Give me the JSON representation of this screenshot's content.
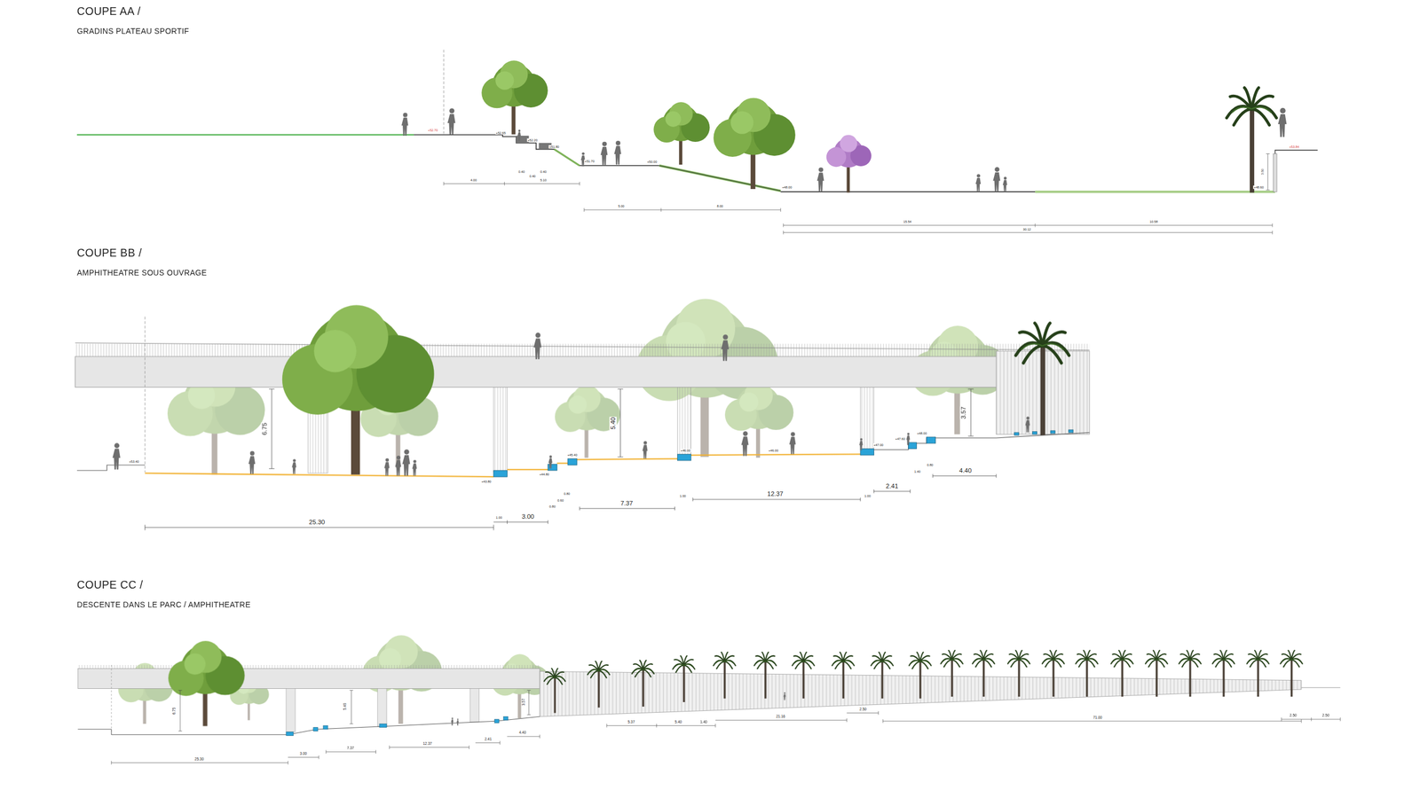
{
  "diagram": {
    "labels": [
      "COUPE AA /",
      "GRADINS PLATEAU SPORTIF",
      "+52.70",
      "+52.65",
      "+52.20",
      "+51.80",
      "+51.70",
      "+50.00",
      "+48.00",
      "+48.60",
      "+53.84",
      "3.50",
      "0.40",
      "0.40",
      "0.40",
      "4.00",
      "5.10",
      "5.00",
      "8.00",
      "15.54",
      "10.58",
      "30.12",
      "COUPE BB /",
      "AMPHITHEATRE SOUS OUVRAGE",
      "6.75",
      "5.40",
      "3.57",
      "+53.40",
      "+43.80",
      "+44.80",
      "+45.40",
      "+46.00",
      "+46.00",
      "+47.00",
      "+47.60",
      "+48.00",
      "0.80",
      "0.60",
      "0.80",
      "1.00",
      "3.00",
      "7.37",
      "1.00",
      "12.37",
      "1.00",
      "2.41",
      "0.80",
      "1.40",
      "4.40",
      "25.30",
      "COUPE CC /",
      "DESCENTE DANS LE PARC / AMPHITHEATRE",
      "6.75",
      "5.40",
      "3.57",
      "5.37",
      "5.40",
      "1.40",
      "21.16",
      "2.50",
      "71.00",
      "2.50",
      "2.50",
      "4.40",
      "2.41",
      "12.37",
      "7.37",
      "3.00",
      "25.30"
    ]
  }
}
